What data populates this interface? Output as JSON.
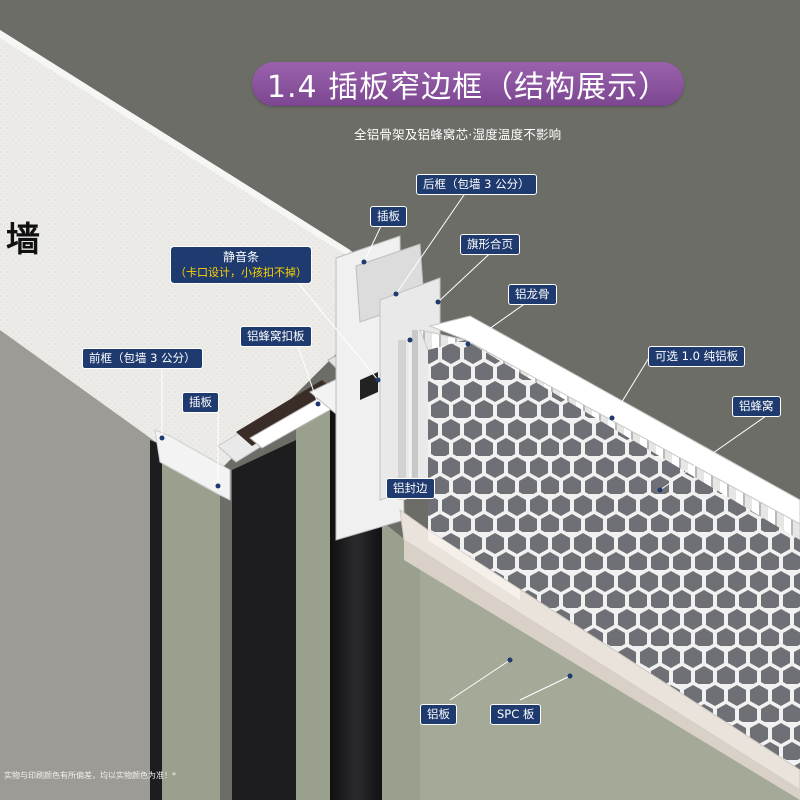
{
  "title": "1.4 插板窄边框（结构展示）",
  "subtitle": "全铝骨架及铝蜂窝芯·湿度温度不影响",
  "wall_label": "墙",
  "disclaimer": "实物与印刷颜色有所偏差，均以实物颜色为准！*",
  "labels": {
    "back_frame": "后框（包墙 3 公分）",
    "insert_plate_top": "插板",
    "flag_hinge": "旗形合页",
    "aluminum_keel": "铝龙骨",
    "optional_plate": "可选 1.0 纯铝板",
    "honeycomb": "铝蜂窝",
    "honeycomb_clip": "铝蜂窝扣板",
    "front_frame": "前框（包墙 3 公分）",
    "insert_plate_left": "插板",
    "seal_edge": "铝封边",
    "aluminum_plate": "铝板",
    "spc_plate": "SPC 板",
    "silent_strip_line1": "静音条",
    "silent_strip_line2": "（卡口设计，小孩扣不掉）"
  },
  "colors": {
    "background": "#6b6d66",
    "title_pill": "#8a52a0",
    "label_bg": "#1e3a6e",
    "wall_top": "#ededeb",
    "wall_side": "#9d9b95",
    "door_panel": "#9aa08e",
    "door_edge_black": "#1d1d1f",
    "honeycomb_cell": "#6e7075",
    "highlight_text": "#ffd200"
  }
}
